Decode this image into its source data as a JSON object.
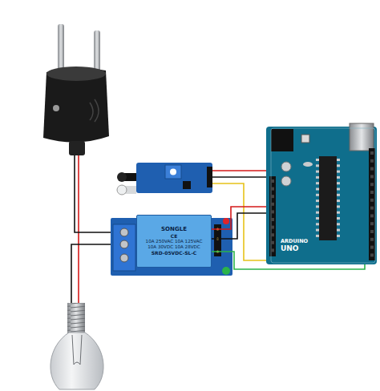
{
  "diagram": {
    "nodes": [
      {
        "text": [
          "ARDUINO",
          "UNO"
        ]
      },
      {
        "text": [
          "SONGLE",
          "CE",
          "10A 250VAC 10A 125VAC",
          "10A 30VDC 10A 28VDC",
          "SRD-05VDC-SL-C"
        ]
      }
    ],
    "edges": [
      {
        "from": 1,
        "to": 0,
        "arrow": "none"
      },
      {
        "from": 1,
        "to": 0,
        "arrow": "none"
      },
      {
        "from": 1,
        "to": 0,
        "arrow": "none"
      }
    ]
  }
}
